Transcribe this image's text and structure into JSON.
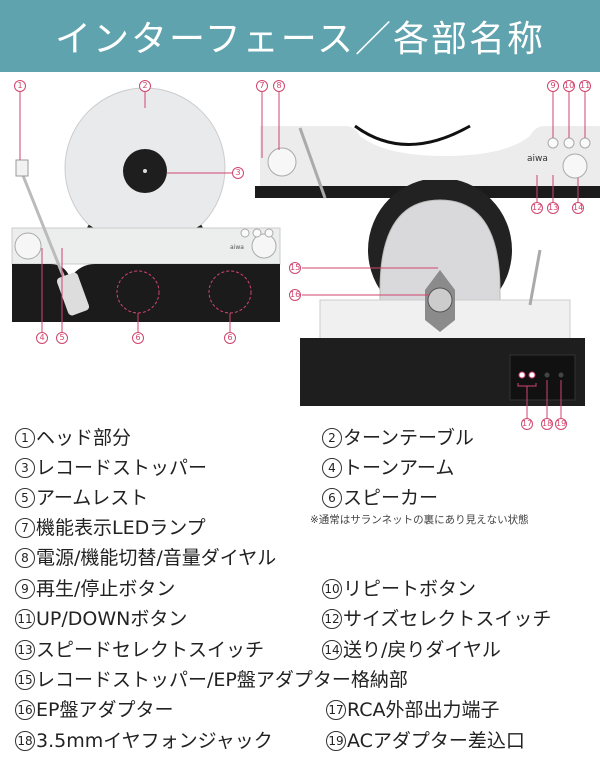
{
  "header": {
    "title": "インターフェース／各部名称"
  },
  "brand": "aiwa",
  "accent_color": "#d0456e",
  "header_color": "#5fa3ae",
  "callouts": {
    "c1": "1",
    "c2": "2",
    "c3": "3",
    "c4": "4",
    "c5": "5",
    "c6a": "6",
    "c6b": "6",
    "c7": "7",
    "c8": "8",
    "c9": "9",
    "c10": "10",
    "c11": "11",
    "c12": "12",
    "c13": "13",
    "c14": "14",
    "c15": "15",
    "c16": "16",
    "c17": "17",
    "c18": "18",
    "c19": "19"
  },
  "parts": [
    {
      "num": "1",
      "name": "ヘッド部分"
    },
    {
      "num": "2",
      "name": "ターンテーブル"
    },
    {
      "num": "3",
      "name": "レコードストッパー"
    },
    {
      "num": "4",
      "name": "トーンアーム"
    },
    {
      "num": "5",
      "name": "アームレスト"
    },
    {
      "num": "6",
      "name": "スピーカー"
    },
    {
      "num": "7",
      "name": "機能表示LEDランプ"
    },
    {
      "num": "8",
      "name": "電源/機能切替/音量ダイヤル"
    },
    {
      "num": "9",
      "name": "再生/停止ボタン"
    },
    {
      "num": "10",
      "name": "リピートボタン"
    },
    {
      "num": "11",
      "name": "UP/DOWNボタン"
    },
    {
      "num": "12",
      "name": "サイズセレクトスイッチ"
    },
    {
      "num": "13",
      "name": "スピードセレクトスイッチ"
    },
    {
      "num": "14",
      "name": "送り/戻りダイヤル"
    },
    {
      "num": "15",
      "name": "レコードストッパー/EP盤アダプター格納部"
    },
    {
      "num": "16",
      "name": "EP盤アダプター"
    },
    {
      "num": "17",
      "name": "RCA外部出力端子"
    },
    {
      "num": "18",
      "name": "3.5mmイヤフォンジャック"
    },
    {
      "num": "19",
      "name": "ACアダプター差込口"
    }
  ],
  "speaker_note": "※通常はサランネットの裏にあり見えない状態"
}
